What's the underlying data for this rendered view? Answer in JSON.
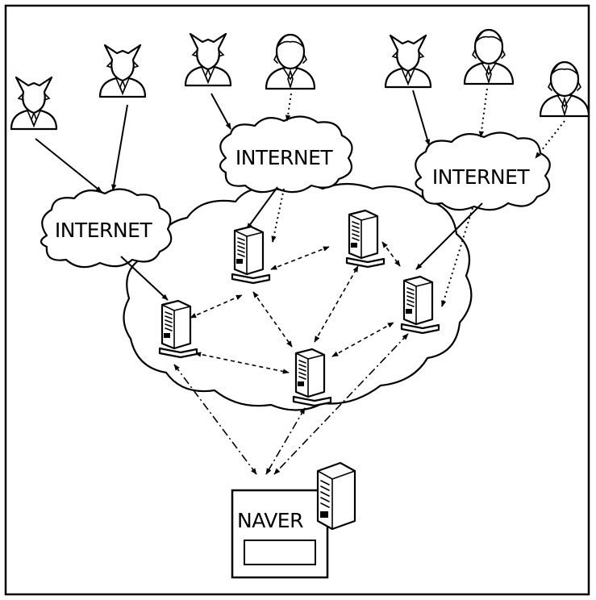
{
  "labels": {
    "internet_1": "INTERNET",
    "internet_2": "INTERNET",
    "internet_3": "INTERNET",
    "naver": "NAVER"
  },
  "icons": {
    "attacker": "devil-user-icon",
    "user": "user-icon",
    "server": "server-icon",
    "cloud": "cloud-icon"
  },
  "colors": {
    "ink": "#000000",
    "background": "#ffffff"
  }
}
